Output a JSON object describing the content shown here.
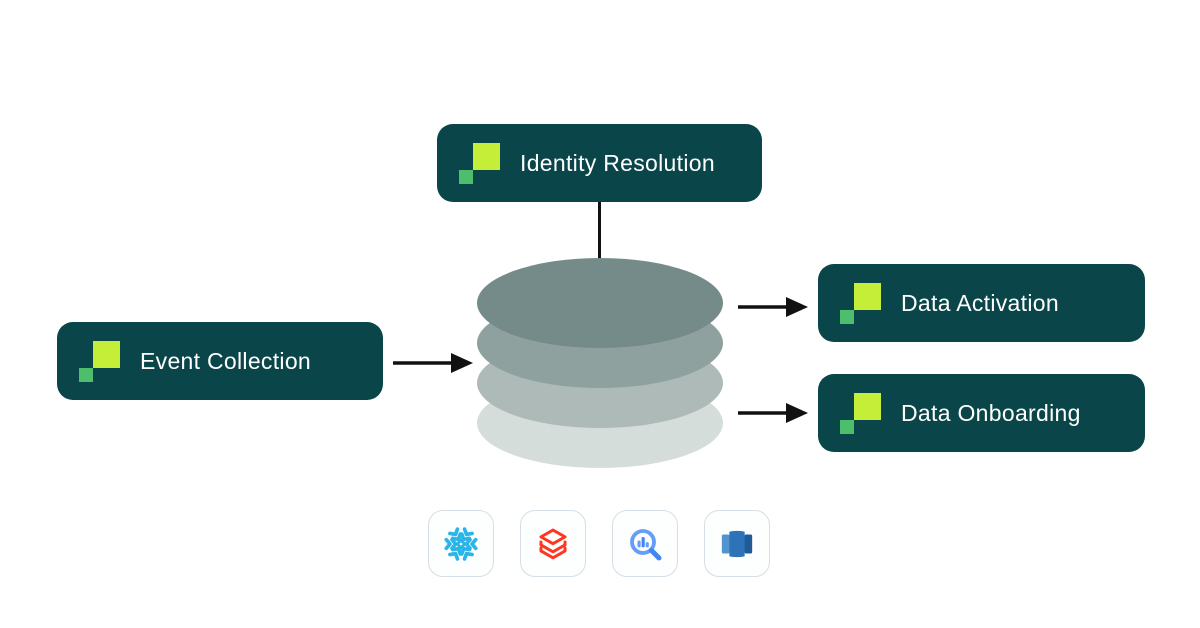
{
  "diagram": {
    "nodes": {
      "identity_resolution": {
        "label": "Identity Resolution"
      },
      "event_collection": {
        "label": "Event Collection"
      },
      "data_activation": {
        "label": "Data Activation"
      },
      "data_onboarding": {
        "label": "Data Onboarding"
      }
    },
    "stack": {
      "layer_count": 4,
      "layer_colors": [
        "#748b89",
        "#8ea19e",
        "#adbab7",
        "#d5dddb"
      ]
    },
    "warehouse_icons": [
      {
        "icon": "snowflake-icon"
      },
      {
        "icon": "databricks-icon"
      },
      {
        "icon": "bigquery-icon"
      },
      {
        "icon": "redshift-icon"
      }
    ],
    "colors": {
      "node_background": "#0a4649",
      "node_text": "#ffffff",
      "logo_lime": "#c4ee37",
      "logo_green": "#4dbe6b",
      "arrow": "#111111",
      "card_border": "#d6dee6",
      "snowflake_blue": "#29b5e8",
      "databricks_red": "#ff3621",
      "bigquery_blue": "#4285f4",
      "bigquery_light_blue": "#669df6",
      "redshift_left": "#5294cf",
      "redshift_center": "#2e73b8",
      "redshift_right": "#205b97"
    }
  }
}
